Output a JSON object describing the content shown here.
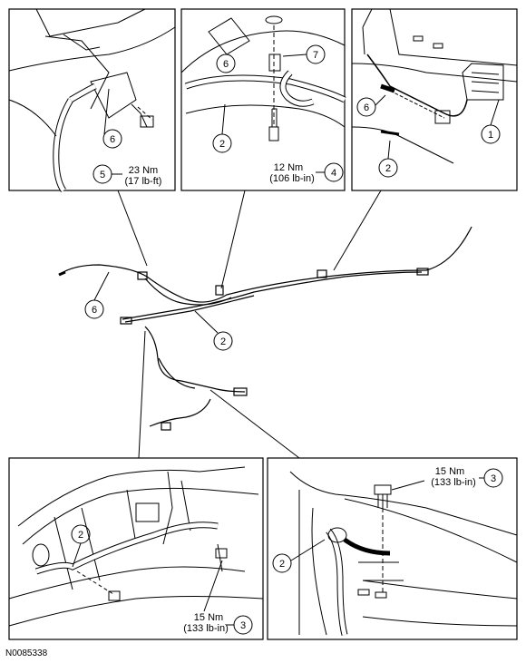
{
  "figure_id": "N0085338",
  "callouts": {
    "p1_6": "6",
    "p1_5": "5",
    "p1_torque_nm": "23 Nm",
    "p1_torque_alt": "(17 lb-ft)",
    "p2_6": "6",
    "p2_7": "7",
    "p2_2": "2",
    "p2_4": "4",
    "p2_torque_nm": "12 Nm",
    "p2_torque_alt": "(106 lb-in)",
    "p3_6": "6",
    "p3_1": "1",
    "p3_2": "2",
    "main_6": "6",
    "main_2": "2",
    "p4_2": "2",
    "p4_3": "3",
    "p4_torque_nm": "15 Nm",
    "p4_torque_alt": "(133 lb-in)",
    "p5_2": "2",
    "p5_3": "3",
    "p5_torque_nm": "15 Nm",
    "p5_torque_alt": "(133 lb-in)"
  }
}
